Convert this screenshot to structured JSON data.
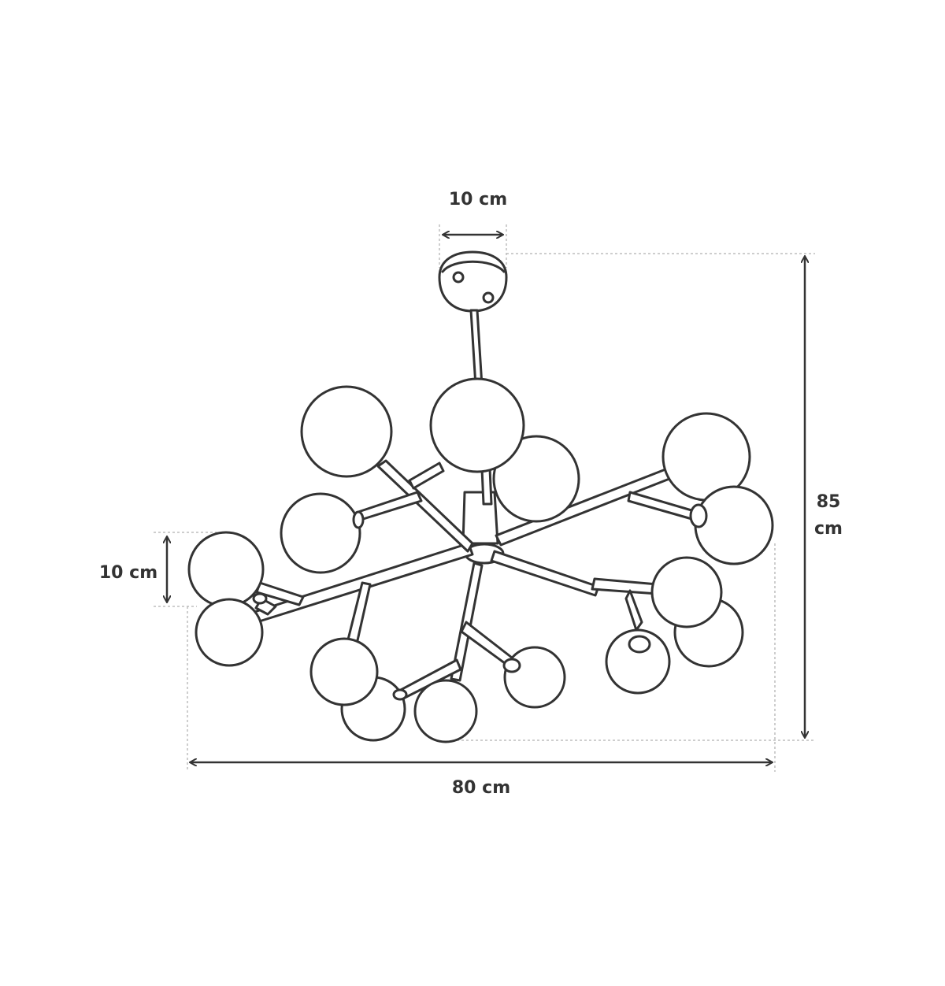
{
  "dimensions": {
    "canopy_width": "10 cm",
    "total_height_value": "85",
    "total_height_unit": "cm",
    "globe_diameter": "10 cm",
    "total_width": "80 cm"
  },
  "colors": {
    "line": "#333333",
    "guide": "#bdbdbd",
    "background": "#ffffff"
  }
}
